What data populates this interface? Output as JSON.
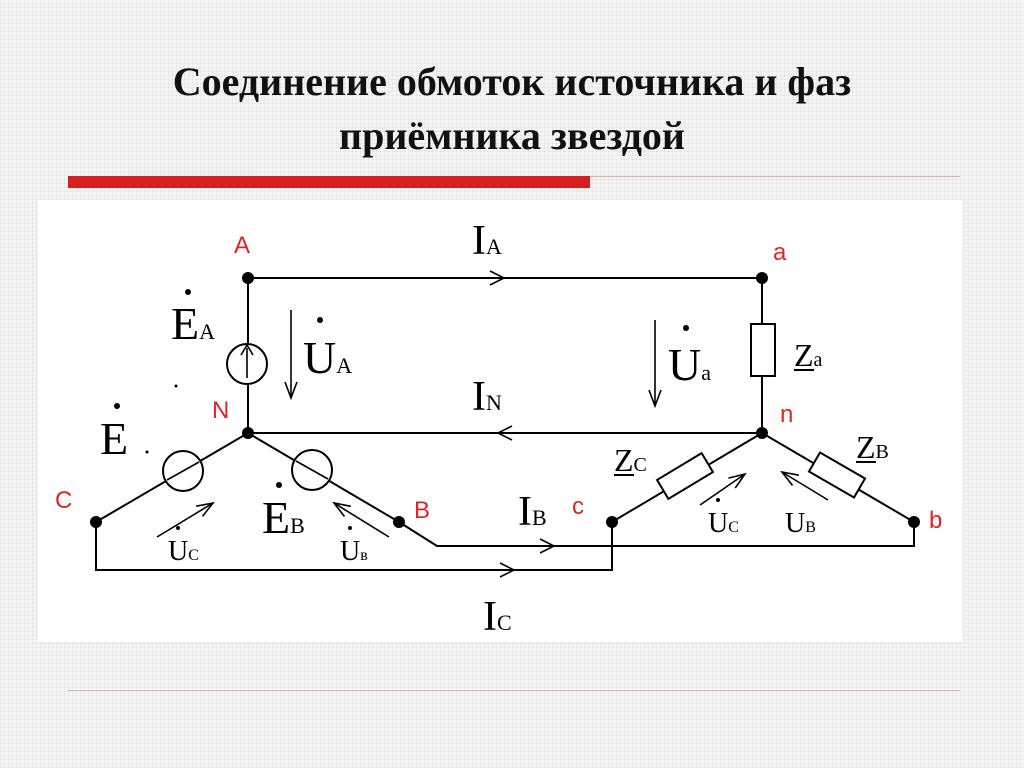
{
  "slide": {
    "title_line1": "Соединение обмоток источника и фаз",
    "title_line2": "приёмника звездой"
  },
  "colors": {
    "accent_red": "#d42020",
    "node_label_red": "#e02424",
    "wire": "#000000",
    "divider": "#e7b0b0"
  },
  "diagram": {
    "nodes": {
      "A": "A",
      "N": "N",
      "B": "B",
      "C": "C",
      "a": "a",
      "n": "n",
      "b": "b",
      "c": "c"
    },
    "currents": {
      "IA": {
        "main": "I",
        "sub": "A"
      },
      "IN": {
        "main": "I",
        "sub": "N"
      },
      "IB": {
        "main": "I",
        "sub": "B"
      },
      "IC": {
        "main": "I",
        "sub": "C"
      }
    },
    "emfs": {
      "EA": {
        "main": "E",
        "sub": "A"
      },
      "EB": {
        "main": "E",
        "sub": "B"
      },
      "EC": {
        "main": "E",
        "sub": ""
      }
    },
    "voltages": {
      "UA": {
        "main": "U",
        "sub": "A"
      },
      "UC_src": {
        "main": "U",
        "sub": "C"
      },
      "UB_src": {
        "main": "U",
        "sub": "в"
      },
      "Ua": {
        "main": "U",
        "sub": "a"
      },
      "UC_load": {
        "main": "U",
        "sub": "C"
      },
      "UB_load": {
        "main": "U",
        "sub": "B"
      }
    },
    "impedances": {
      "Za": {
        "main": "Z",
        "sub": "a"
      },
      "Zc": {
        "main": "Z",
        "sub": "C"
      },
      "ZB": {
        "main": "Z",
        "sub": "B"
      }
    }
  }
}
